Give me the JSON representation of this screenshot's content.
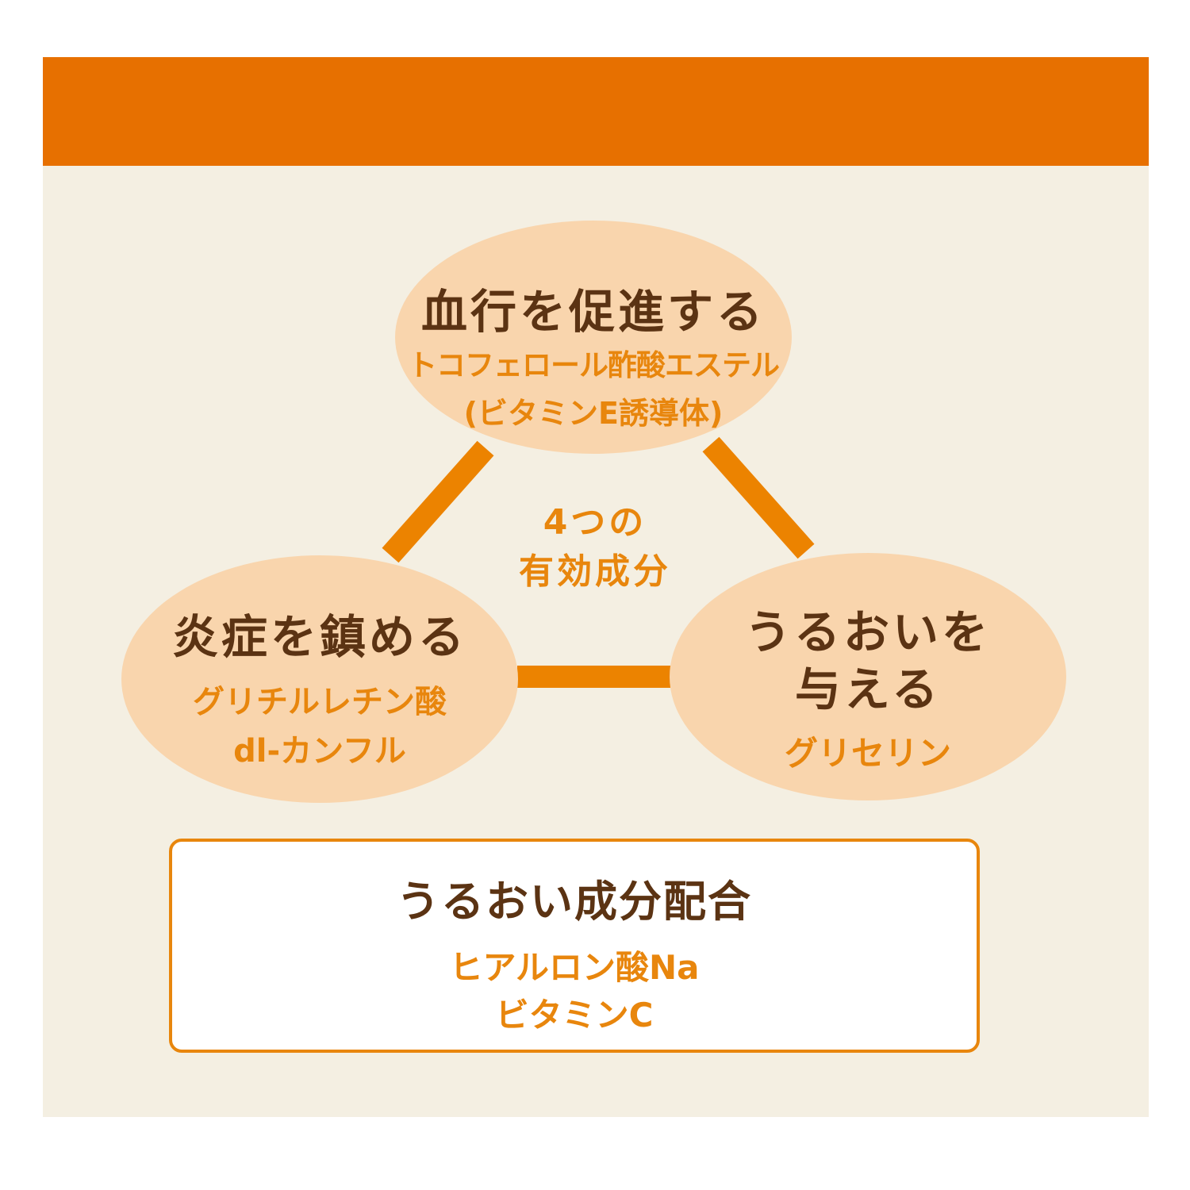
{
  "colors": {
    "band": "#e77000",
    "background": "#f4efe2",
    "ellipse_fill": "#f9d5ad",
    "heading_text": "#5b3313",
    "accent_text": "#e8860d",
    "connector": "#ec8300"
  },
  "nodes": {
    "top": {
      "title": "血行を促進する",
      "ingredient_line1": "トコフェロール酢酸エステル",
      "ingredient_line2": "(ビタミンE誘導体)"
    },
    "left": {
      "title": "炎症を鎮める",
      "ingredient_line1": "グリチルレチン酸",
      "ingredient_line2": "dl-カンフル"
    },
    "right": {
      "title_line1": "うるおいを",
      "title_line2": "与える",
      "ingredient": "グリセリン"
    }
  },
  "center": {
    "line1": "4つの",
    "line2": "有効成分"
  },
  "box": {
    "title": "うるおい成分配合",
    "item1": "ヒアルロン酸Na",
    "item2": "ビタミンC"
  }
}
